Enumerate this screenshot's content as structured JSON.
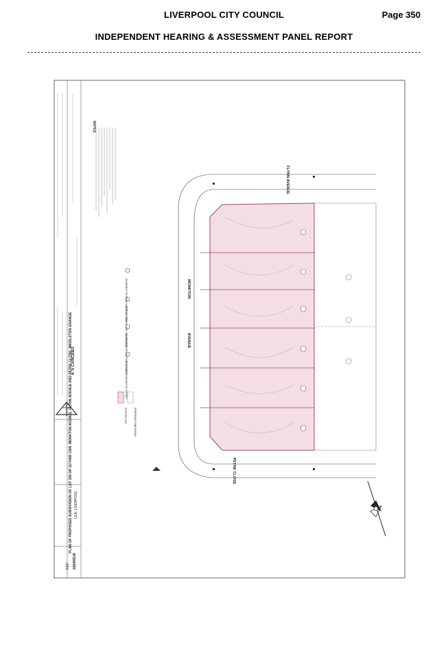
{
  "header": {
    "org": "LIVERPOOL CITY COUNCIL",
    "page": "Page 350",
    "subtitle": "INDEPENDENT HEARING & ASSESSMENT PANEL REPORT"
  },
  "plan": {
    "title_block": {
      "title": "PLAN OF PROPOSED SUBDIVISION OF LOT 300 DP 1174456 CNR. MONKTON AVENUE, FLYNN AVENUE AND PETRE CLOSE, MIDDLETON GRANGE",
      "lga": "LGA: LIVERPOOL",
      "firm": "K S CANCEB3",
      "ref_label": "REF:",
      "ref_value": "22809SUB"
    },
    "streets": {
      "flynn": "FLYNN AVENUE",
      "monkton_1": "MONKTON",
      "monkton_2": "AVENUE",
      "petre": "PETRE CLOSE"
    },
    "legend": {
      "existing": "EXISTING LOT",
      "proposed": "PROPOSED SUBDIVISION"
    },
    "notes_heading": "NOTES",
    "easements": [
      "EASEMENT TO DRAIN WATER 1.0 WIDE",
      "RESTRICTION ON THE USE OF LAND",
      "EASEMENT FOR SUPPORT 0.9 WIDE",
      "POSITIVE COVENANT AS SHOWN"
    ]
  },
  "colors": {
    "lot_fill": "#f4dde3",
    "lot_line": "#9a4a5a"
  }
}
